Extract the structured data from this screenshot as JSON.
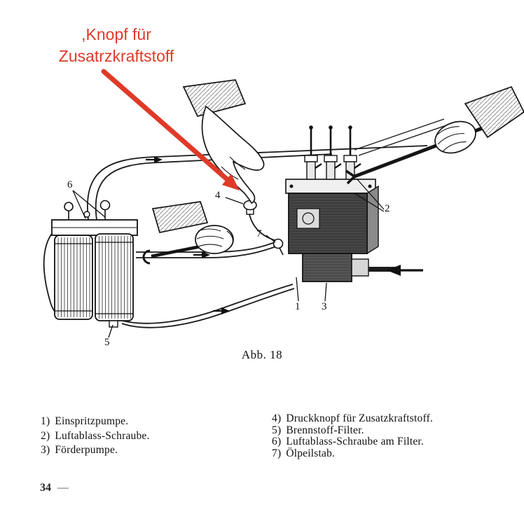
{
  "annotation": {
    "line1": ",Knopf für",
    "line2": "Zusatrzkraftstoff",
    "color": "#df3a28"
  },
  "figure": {
    "caption": "Abb. 18",
    "part_labels": {
      "1": "1",
      "2": "2",
      "3": "3",
      "4": "4",
      "5": "5",
      "6": "6",
      "7": "7"
    }
  },
  "legend": {
    "left": [
      {
        "num": "1)",
        "text": "Einspritzpumpe."
      },
      {
        "num": "2)",
        "text": "Luftablass-Schraube."
      },
      {
        "num": "3)",
        "text": "Förderpumpe."
      }
    ],
    "right": [
      {
        "num": "4)",
        "text": "Druckknopf für Zusatzkraftstoff."
      },
      {
        "num": "5)",
        "text": "Brennstoff-Filter."
      },
      {
        "num": "6)",
        "text": "Luftablass-Schraube am Filter."
      },
      {
        "num": "7)",
        "text": "Ölpeilstab."
      }
    ]
  },
  "footer": {
    "page_number": "34",
    "dash": "—"
  }
}
